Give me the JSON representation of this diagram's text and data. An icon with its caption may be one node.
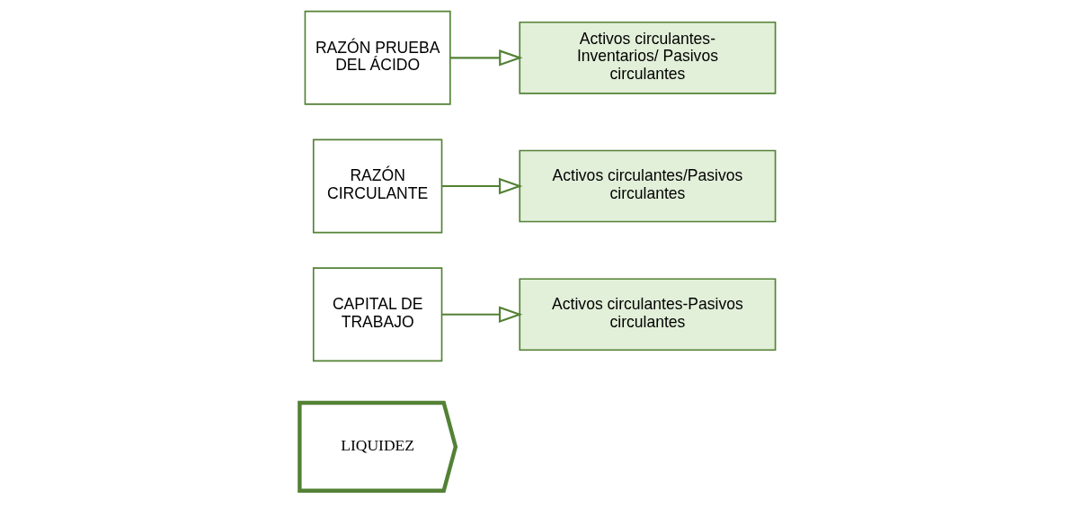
{
  "diagram": {
    "nodes": [
      {
        "text": [
          "LIQUIDEZ"
        ]
      },
      {
        "text": [
          "CAPITAL DE TRABAJO"
        ]
      },
      {
        "text": [
          "Activos circulantes-Pasivos circulantes"
        ]
      },
      {
        "text": [
          "RAZÓN CIRCULANTE"
        ]
      },
      {
        "text": [
          "Activos circulantes/Pasivos circulantes"
        ]
      },
      {
        "text": [
          "RAZÓN PRUEBA DEL ÁCIDO"
        ]
      },
      {
        "text": [
          "Activos circulantes-Inventarios/ Pasivos circulantes"
        ]
      }
    ],
    "edges": [
      {
        "from": 1,
        "to": 2,
        "arrow": "to"
      },
      {
        "from": 3,
        "to": 4,
        "arrow": "to"
      },
      {
        "from": 5,
        "to": 6,
        "arrow": "to"
      }
    ]
  }
}
